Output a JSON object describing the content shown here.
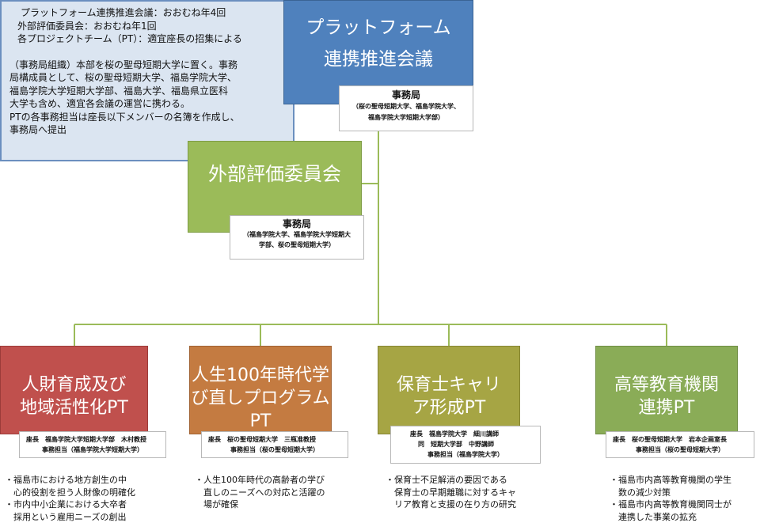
{
  "top": {
    "title_lines": [
      "プラットフォーム",
      "連携推進会議"
    ],
    "office_title": "事務局",
    "office_lines": [
      "（桜の聖母短期大学、福島学院大学、",
      "福島学院大学短期大学部）"
    ]
  },
  "evaluation": {
    "title": "外部評価委員会",
    "office_title": "事務局",
    "office_lines": [
      "（福島学院大学、福島学院大学短期大",
      "学部、桜の聖母短期大学）"
    ]
  },
  "notes": {
    "schedule": [
      "プラットフォーム連携推進会議：おおむね年4回",
      "外部評価委員会：おおむね年1回",
      "各プロジェクトチーム（PT）：適宜座長の招集による"
    ],
    "organization": [
      "（事務局組織）本部を桜の聖母短期大学に置く。事務",
      "局構成員として、桜の聖母短期大学、福島学院大学、",
      "福島学院大学短期大学部、福島大学、福島県立医科",
      "大学も含め、適宜各会議の運営に携わる。",
      "PTの各事務担当は座長以下メンバーの名簿を作成し、",
      "事務局へ提出"
    ]
  },
  "pts": [
    {
      "title_lines": [
        "人財育成及び",
        "地域活性化PT"
      ],
      "chair": "座長　福島学院大学短期大学部　木村教授",
      "staff": "事務担当（福島学院大学短期大学）",
      "desc_lines": [
        "・福島市における地方創生の中",
        "　心的役割を担う人財像の明確化",
        "・市内中小企業における大卒者",
        "　採用という雇用ニーズの創出"
      ]
    },
    {
      "title_lines": [
        "人生100年時代学",
        "び直しプログラム",
        "PT"
      ],
      "chair": "座長　桜の聖母短期大学　三瓶准教授",
      "staff": "事務担当（桜の聖母短期大学）",
      "desc_lines": [
        "・人生100年時代の高齢者の学び",
        "　直しのニーズへの対応と活躍の",
        "　場が確保"
      ]
    },
    {
      "title_lines": [
        "保育士キャリ",
        "ア形成PT"
      ],
      "chair": "座長　福島学院大学　細川講師",
      "chair2": "同　短期大学部　中野講師",
      "staff": "事務担当（福島学院大学）",
      "desc_lines": [
        "・保育士不足解消の要因である",
        "　保育士の早期離職に対するキャ",
        "　リア教育と支援の在り方の研究"
      ]
    },
    {
      "title_lines": [
        "高等教育機関",
        "連携PT"
      ],
      "chair": "座長　桜の聖母短期大学　岩本企画室長",
      "staff": "事務担当（桜の聖母短期大学）",
      "desc_lines": [
        "・福島市内高等教育機関の学生",
        "　数の減少対策",
        "・福島市内高等教育機関同士が",
        "　連携した事業の拡充"
      ]
    }
  ],
  "colors": {
    "top": "#4f81bd",
    "evaluation": "#9bbb59",
    "notes_bg": "#dbe5f1",
    "pt1": "#c0504d",
    "pt2": "#c47b41",
    "pt3": "#a6a544",
    "pt4": "#8aac57",
    "connector": "#9bbb59"
  }
}
